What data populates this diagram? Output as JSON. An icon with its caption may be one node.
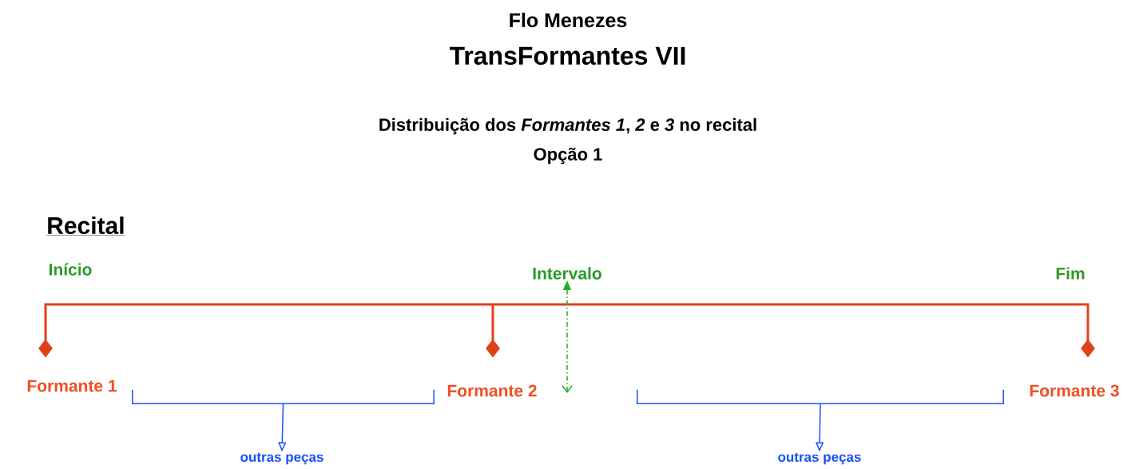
{
  "diagram": {
    "nodes": [
      {
        "text": [
          "Intervalo"
        ]
      },
      {
        "text": [],
        "shape": "bracket"
      },
      {
        "text": [
          "outras peças"
        ]
      },
      {
        "text": [],
        "shape": "bracket"
      },
      {
        "text": [
          "outras peças"
        ]
      }
    ],
    "edges": [
      {
        "from": null,
        "to": 0,
        "arrow": "both",
        "style": "dashed",
        "color": "#22b022"
      },
      {
        "from": 1,
        "to": 2,
        "arrow": "to"
      },
      {
        "from": 3,
        "to": 4,
        "arrow": "to"
      }
    ],
    "labels": [
      "Flo Menezes",
      "TransFormantes VII",
      "Distribuição dos *Formantes 1*, *2* e *3* no recital",
      "Opção 1",
      "Recital",
      "Início",
      "Fim",
      "Formante 1",
      "Formante 2",
      "Formante 3"
    ]
  }
}
